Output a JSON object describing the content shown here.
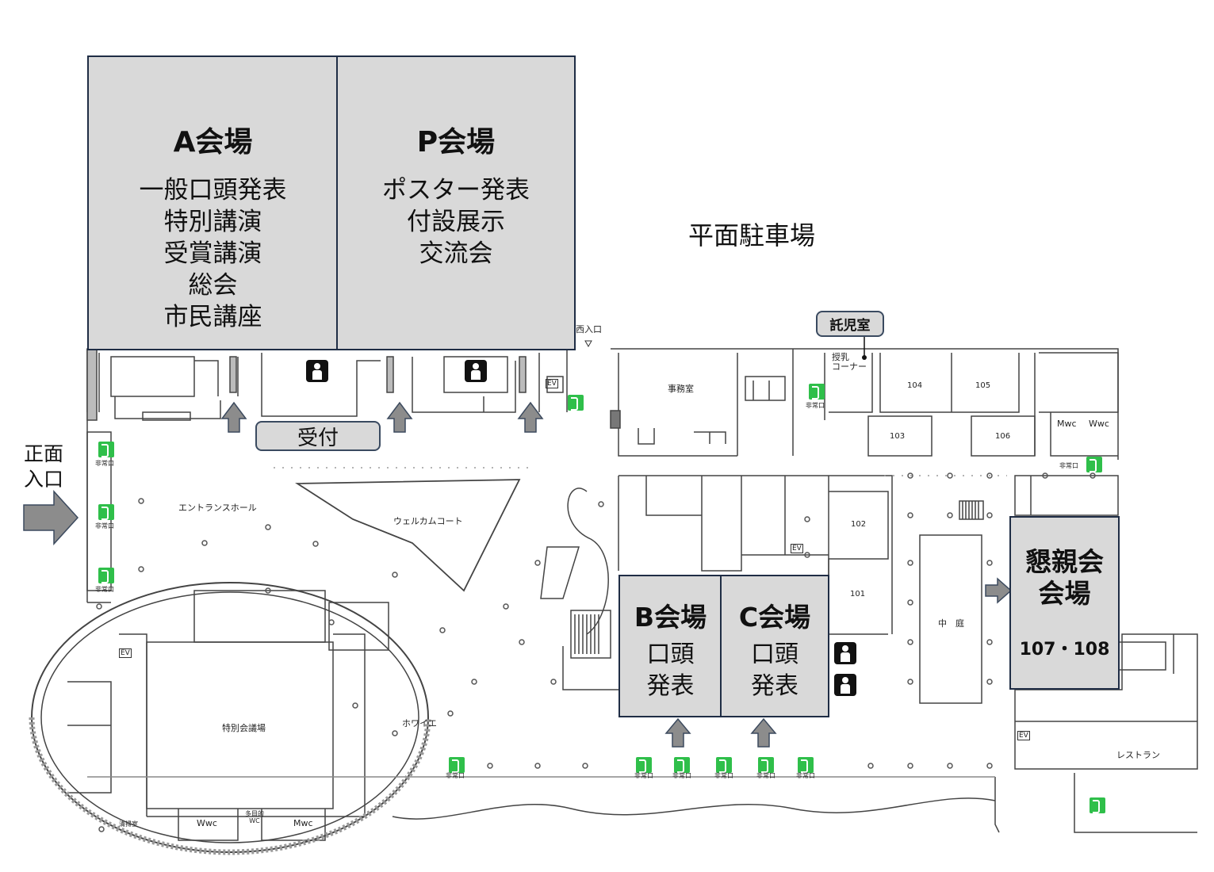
{
  "venues": {
    "a": {
      "title": "A会場",
      "lines": [
        "一般口頭発表",
        "特別講演",
        "受賞講演",
        "総会",
        "市民講座"
      ]
    },
    "p": {
      "title": "P会場",
      "lines": [
        "ポスター発表",
        "付設展示",
        "交流会"
      ]
    },
    "b": {
      "title": "B会場",
      "lines": [
        "口頭",
        "発表"
      ]
    },
    "c": {
      "title": "C会場",
      "lines": [
        "口頭",
        "発表"
      ]
    },
    "banquet": {
      "title_line1": "懇親会",
      "title_line2": "会場",
      "rooms": "107・108"
    }
  },
  "labels": {
    "parking": "平面駐車場",
    "reception": "受付",
    "nursery": "託児室",
    "entrance_line1": "正面",
    "entrance_line2": "入口",
    "west_entrance": "西入口",
    "entrance_hall": "エントランスホール",
    "welcome_court": "ウェルカムコート",
    "office": "事務室",
    "nursing_corner_line1": "授乳",
    "nursing_corner_line2": "コーナー",
    "courtyard": "中　庭",
    "foyer": "ホワイエ",
    "special_hall": "特別会議場",
    "restaurant": "レストラン",
    "cleaning_room": "清掃室",
    "multipurpose_wc_line1": "多目的",
    "multipurpose_wc_line2": "WC",
    "ev": "EV",
    "wwc": "Wwc",
    "mwc": "Mwc",
    "emergency_exit": "非常口"
  },
  "rooms": [
    "101",
    "102",
    "103",
    "104",
    "105",
    "106"
  ],
  "colors": {
    "venue_fill": "#d9d9d9",
    "venue_border": "#1f2d45",
    "arrow_fill": "#8c8c8c",
    "exit_sign": "#2fbf4a"
  }
}
